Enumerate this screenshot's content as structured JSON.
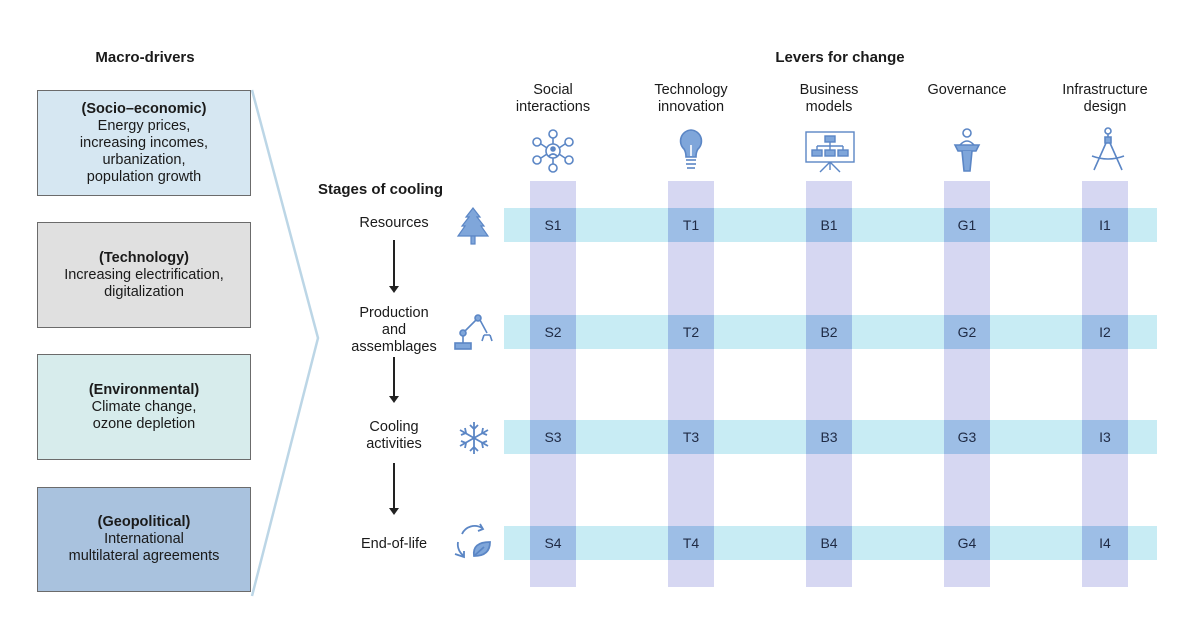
{
  "macro_heading": "Macro-drivers",
  "levers_heading": "Levers for change",
  "stages_heading": "Stages of cooling",
  "drivers": [
    {
      "title": "(Socio–economic)",
      "lines": [
        "Energy prices,",
        "increasing incomes,",
        "urbanization,",
        "population growth"
      ],
      "color": "#d6e7f2"
    },
    {
      "title": "(Technology)",
      "lines": [
        "Increasing electrification,",
        "digitalization"
      ],
      "color": "#e0e0e0"
    },
    {
      "title": "(Environmental)",
      "lines": [
        "Climate change,",
        "ozone depletion"
      ],
      "color": "#d7ecec"
    },
    {
      "title": "(Geopolitical)",
      "lines": [
        "International",
        "multilateral agreements"
      ],
      "color": "#a9c2de"
    }
  ],
  "levers": [
    {
      "lines": [
        "Social",
        "interactions"
      ],
      "icon": "people-network-icon",
      "code": "S"
    },
    {
      "lines": [
        "Technology",
        "innovation"
      ],
      "icon": "lightbulb-icon",
      "code": "T"
    },
    {
      "lines": [
        "Business",
        "models"
      ],
      "icon": "org-chart-board-icon",
      "code": "B"
    },
    {
      "lines": [
        "Governance"
      ],
      "icon": "speaker-podium-icon",
      "code": "G"
    },
    {
      "lines": [
        "Infrastructure",
        "design"
      ],
      "icon": "drafting-compass-icon",
      "code": "I"
    }
  ],
  "stages": [
    {
      "lines": [
        "Resources"
      ],
      "icon": "tree-icon"
    },
    {
      "lines": [
        "Production",
        "and",
        "assemblages"
      ],
      "icon": "robot-arm-icon"
    },
    {
      "lines": [
        "Cooling",
        "activities"
      ],
      "icon": "snowflake-icon"
    },
    {
      "lines": [
        "End-of-life"
      ],
      "icon": "recycle-leaf-icon"
    }
  ],
  "cells": [
    [
      "S1",
      "T1",
      "B1",
      "G1",
      "I1"
    ],
    [
      "S2",
      "T2",
      "B2",
      "G2",
      "I2"
    ],
    [
      "S3",
      "T3",
      "B3",
      "G3",
      "I3"
    ],
    [
      "S4",
      "T4",
      "B4",
      "G4",
      "I4"
    ]
  ],
  "colors": {
    "column_band": "#d6d7f2",
    "row_band": "#c8ecf4",
    "cell": "#9dbee6",
    "icon": "#5b86c5",
    "chevron": "#bcd6e6"
  }
}
